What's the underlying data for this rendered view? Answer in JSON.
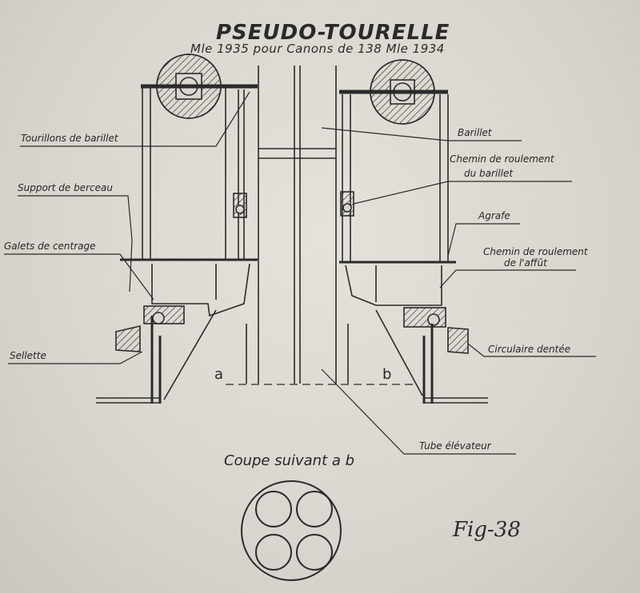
{
  "title": "PSEUDO-TOURELLE",
  "subtitle": "Mle 1935 pour Canons de 138 Mle 1934",
  "labels": {
    "tourillons": "Tourillons de barillet",
    "support": "Support de berceau",
    "galets": "Galets de centrage",
    "sellette": "Sellette",
    "barillet": "Barillet",
    "chemin_barillet_1": "Chemin de roulement",
    "chemin_barillet_2": "du barillet",
    "agrafe": "Agrafe",
    "chemin_affut_1": "Chemin de roulement",
    "chemin_affut_2": "de l'affût",
    "circulaire": "Circulaire dentée",
    "tube": "Tube élévateur"
  },
  "section_marks": {
    "a": "a",
    "b": "b"
  },
  "section_title": "Coupe suivant a b",
  "figure_number": "Fig-38",
  "colors": {
    "paper": "#d9d7cf",
    "ink": "#262626"
  }
}
